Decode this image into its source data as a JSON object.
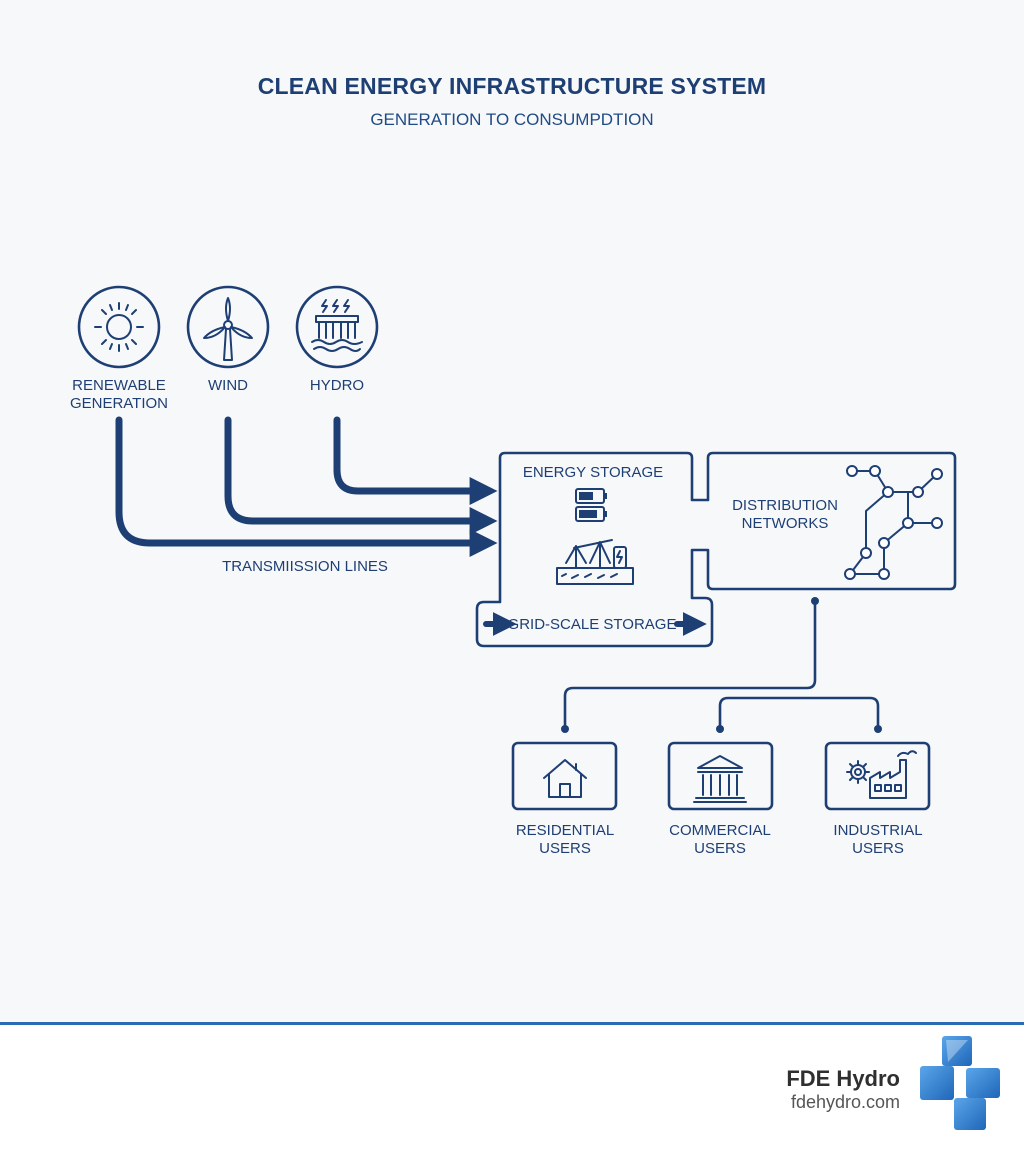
{
  "header": {
    "title": "CLEAN ENERGY INFRASTRUCTURE SYSTEM",
    "subtitle": "GENERATION TO CONSUMPDTION"
  },
  "sources": [
    {
      "line1": "RENEWABLE",
      "line2": "GENERATION",
      "icon": "sun-icon"
    },
    {
      "line1": "WIND",
      "line2": "",
      "icon": "wind-turbine-icon"
    },
    {
      "line1": "HYDRO",
      "line2": "",
      "icon": "hydro-dam-icon"
    }
  ],
  "transmission": {
    "label": "TRANSMIISSION LINES"
  },
  "storage": {
    "title": "ENERGY STORAGE",
    "grid_label": "GRID-SCALE STORAGE"
  },
  "distribution": {
    "line1": "DISTRIBUTION",
    "line2": "NETWORKS"
  },
  "users": [
    {
      "line1": "RESIDENTIAL",
      "line2": "USERS",
      "icon": "house-icon"
    },
    {
      "line1": "COMMERCIAL",
      "line2": "USERS",
      "icon": "bank-building-icon"
    },
    {
      "line1": "INDUSTRIAL",
      "line2": "USERS",
      "icon": "factory-icon"
    }
  ],
  "footer": {
    "brand": "FDE Hydro",
    "url": "fdehydro.com"
  },
  "colors": {
    "primary": "#1e3f74",
    "accent": "#2a6cb3",
    "logo_blue": "#2f7fd0"
  }
}
